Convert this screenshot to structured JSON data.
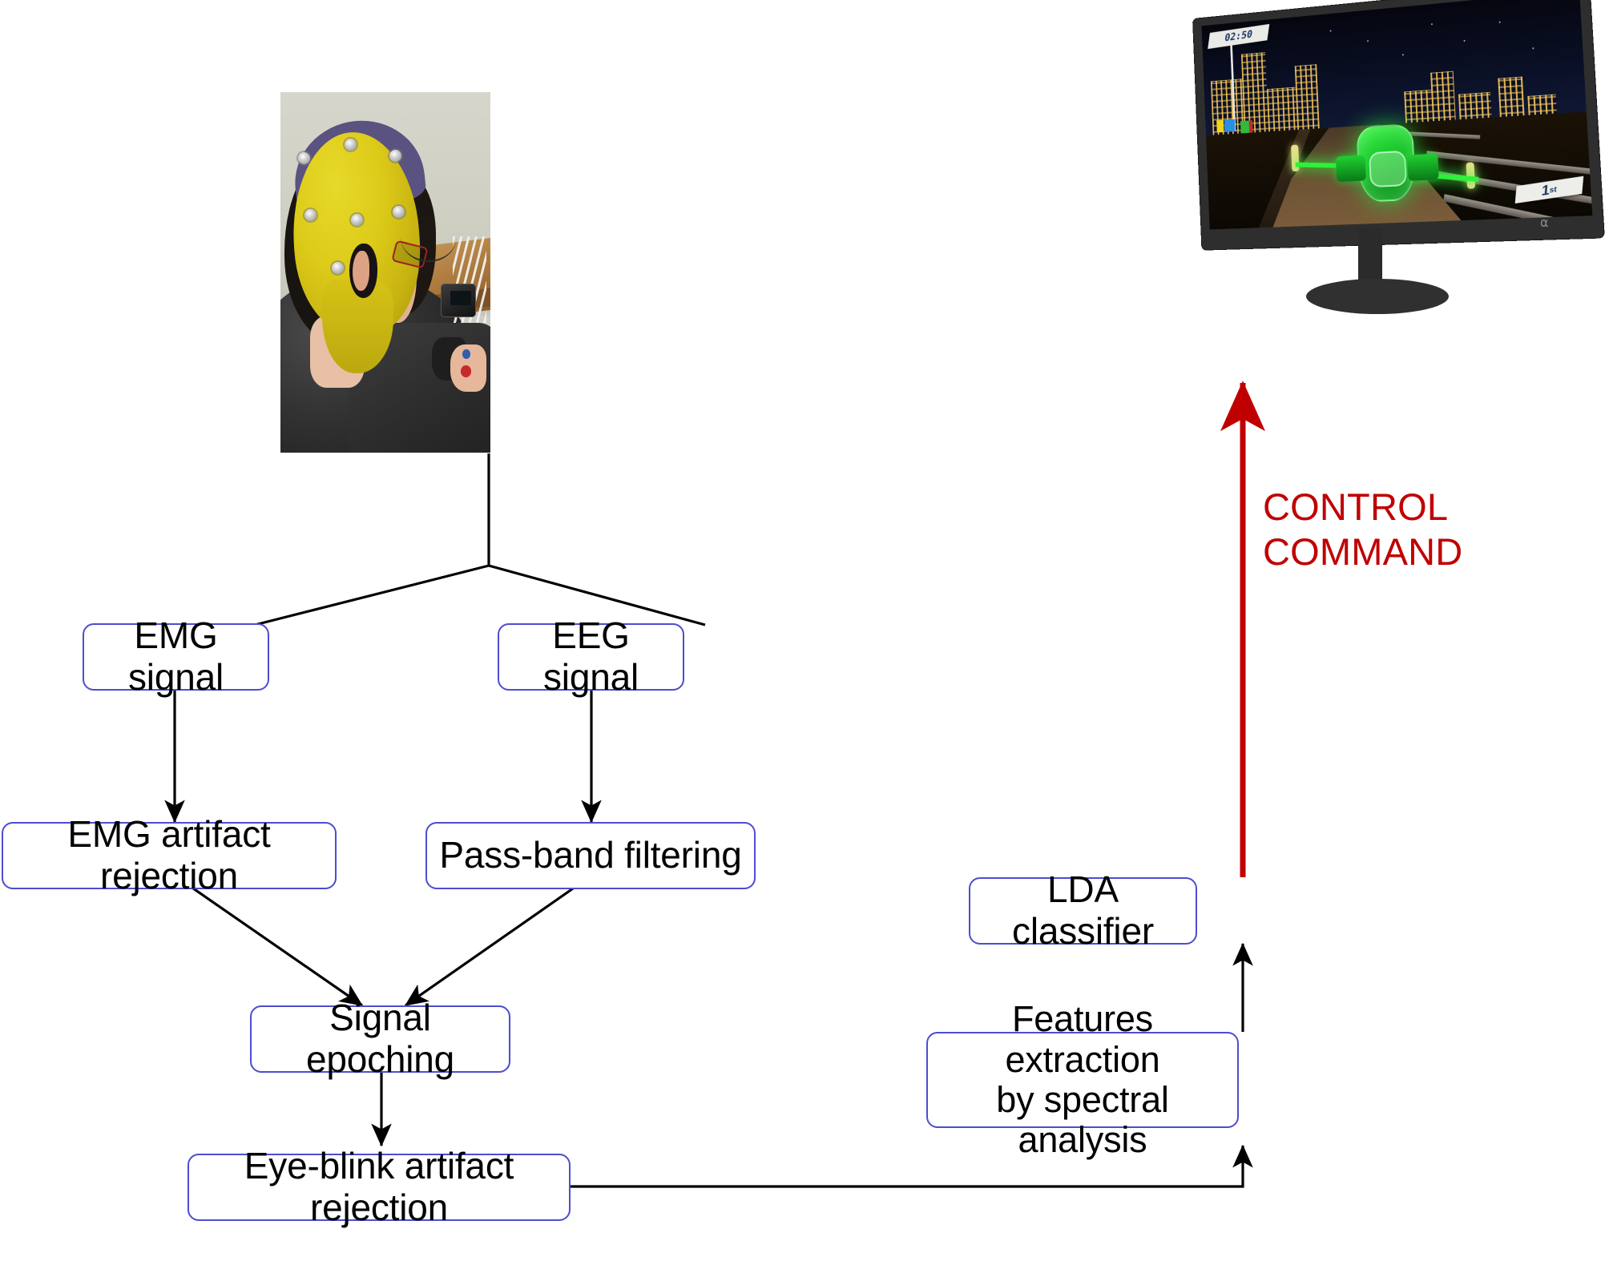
{
  "diagram": {
    "title": "EEG/EMG hybrid BCI signal processing pipeline",
    "accent_box_border": "#4d4dcf",
    "control_command_color": "#c00000",
    "arrow_color": "#000000",
    "nodes": [
      {
        "id": "emg_signal",
        "label": "EMG signal"
      },
      {
        "id": "eeg_signal",
        "label": "EEG signal"
      },
      {
        "id": "emg_artifact",
        "label": "EMG artifact rejection"
      },
      {
        "id": "passband",
        "label": "Pass-band filtering"
      },
      {
        "id": "epoching",
        "label": "Signal epoching"
      },
      {
        "id": "eyeblink",
        "label": "Eye-blink artifact rejection"
      },
      {
        "id": "features",
        "label": "Features extraction\nby spectral analysis"
      },
      {
        "id": "lda",
        "label": "LDA classifier"
      }
    ],
    "control_command": "CONTROL\nCOMMAND",
    "edges": [
      {
        "from": "subject_photo",
        "to": "emg_signal"
      },
      {
        "from": "subject_photo",
        "to": "eeg_signal"
      },
      {
        "from": "emg_signal",
        "to": "emg_artifact"
      },
      {
        "from": "eeg_signal",
        "to": "passband"
      },
      {
        "from": "emg_artifact",
        "to": "epoching"
      },
      {
        "from": "passband",
        "to": "epoching"
      },
      {
        "from": "epoching",
        "to": "eyeblink"
      },
      {
        "from": "eyeblink",
        "to": "features"
      },
      {
        "from": "features",
        "to": "lda"
      },
      {
        "from": "lda",
        "to": "monitor"
      }
    ]
  },
  "photo": {
    "alt": "Participant wearing a yellow EEG electrode cap seated at a desk with amplifier and cables"
  },
  "monitor": {
    "alt": "Computer monitor showing a 3D night racing game with a green craft on a track",
    "game_hud": {
      "timer": "02:50",
      "rank_number": "1",
      "rank_suffix": "st"
    }
  }
}
